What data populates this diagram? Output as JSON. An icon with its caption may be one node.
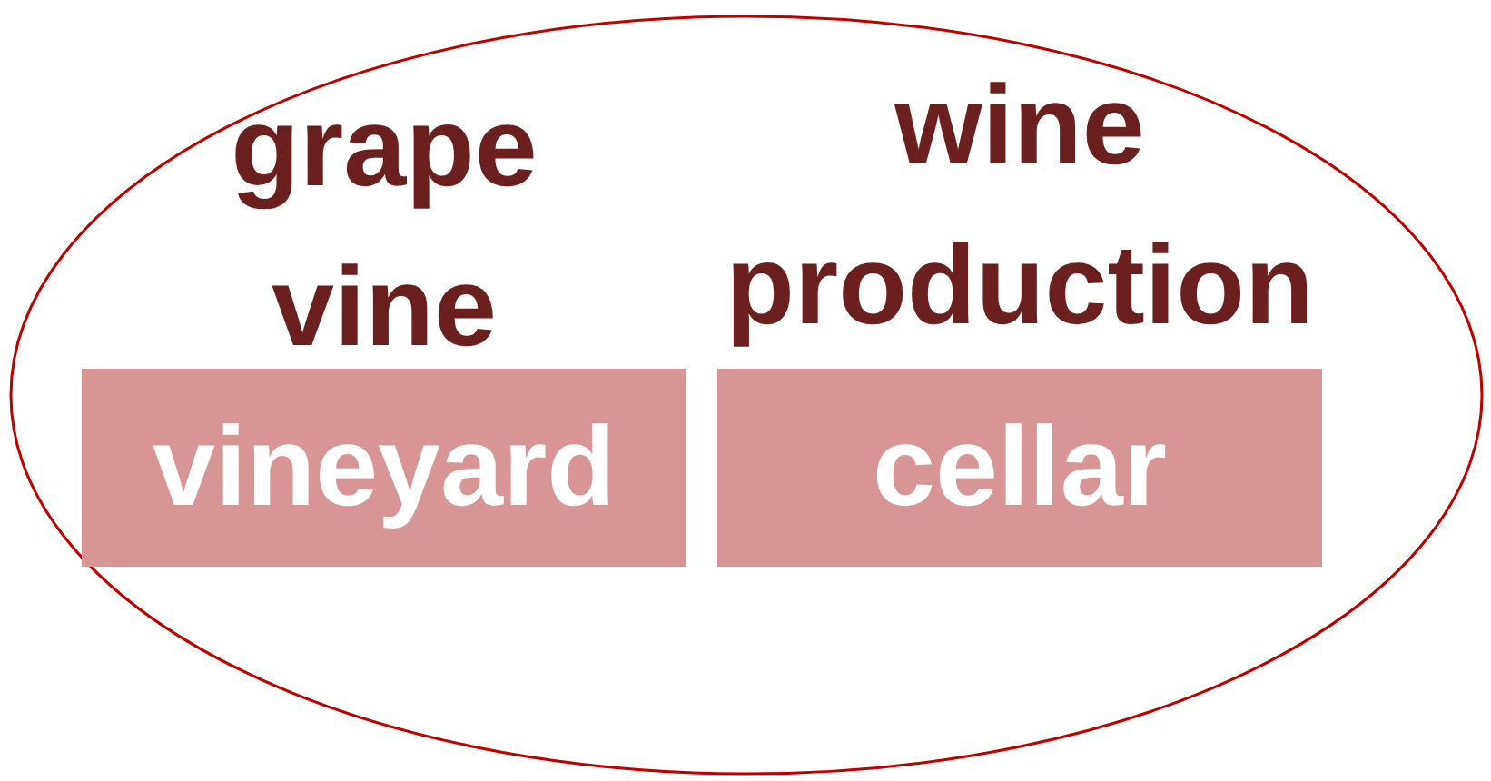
{
  "diagram": {
    "nodes": [
      {
        "text": [],
        "shape": "ellipse"
      },
      {
        "text": [
          "grape vine",
          "vineyard"
        ],
        "in": 0
      },
      {
        "text": [
          "wine production",
          "cellar"
        ],
        "in": 0
      }
    ]
  }
}
